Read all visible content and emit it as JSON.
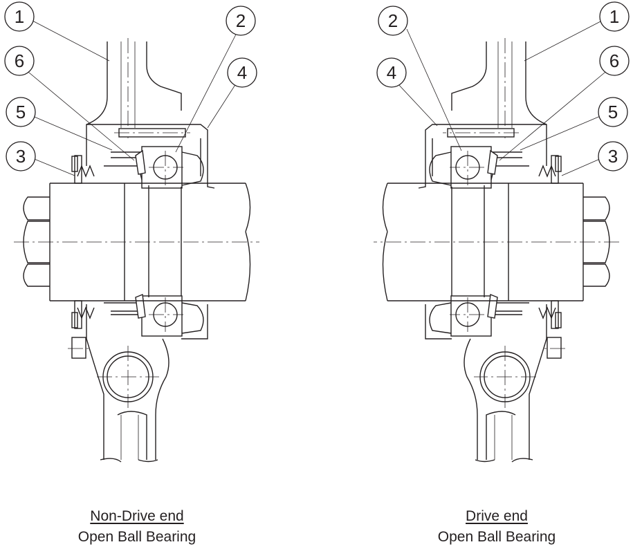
{
  "left_view": {
    "title": "Non-Drive end",
    "subtitle": "Open Ball Bearing",
    "callouts": [
      "1",
      "6",
      "5",
      "3",
      "2",
      "4"
    ]
  },
  "right_view": {
    "title": "Drive end",
    "subtitle": "Open Ball Bearing",
    "callouts": [
      "2",
      "4",
      "1",
      "6",
      "5",
      "3"
    ]
  }
}
